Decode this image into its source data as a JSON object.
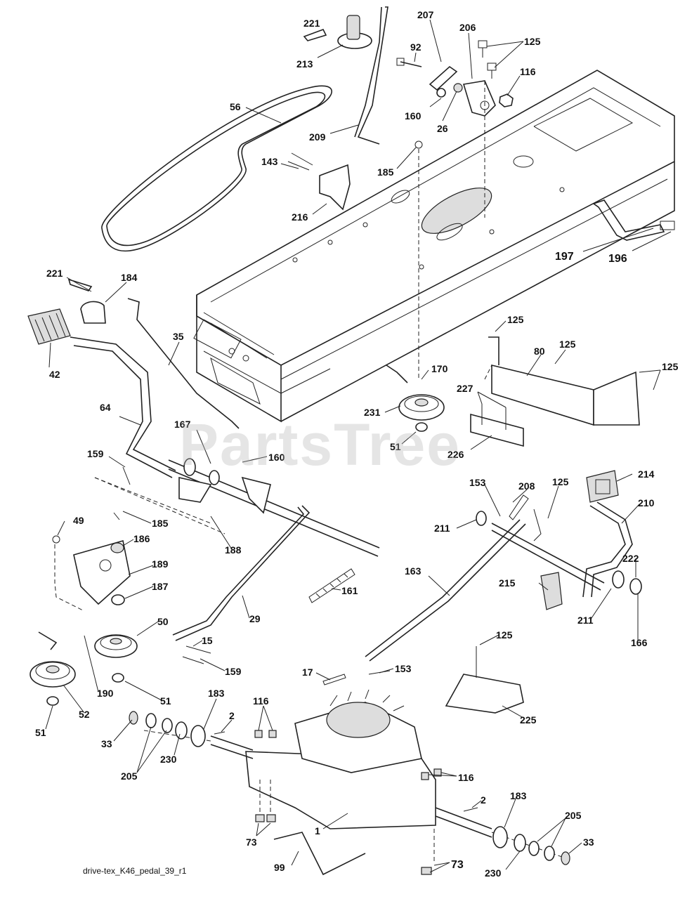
{
  "diagram": {
    "caption": "drive-tex_K46_pedal_39_r1",
    "watermark": "PartsTree",
    "callouts": [
      {
        "id": "c221a",
        "label": "221"
      },
      {
        "id": "c213",
        "label": "213"
      },
      {
        "id": "c207",
        "label": "207"
      },
      {
        "id": "c206",
        "label": "206"
      },
      {
        "id": "c92",
        "label": "92"
      },
      {
        "id": "c125a",
        "label": "125"
      },
      {
        "id": "c116a",
        "label": "116"
      },
      {
        "id": "c160a",
        "label": "160"
      },
      {
        "id": "c26",
        "label": "26"
      },
      {
        "id": "c56",
        "label": "56"
      },
      {
        "id": "c209",
        "label": "209"
      },
      {
        "id": "c143",
        "label": "143"
      },
      {
        "id": "c185a",
        "label": "185"
      },
      {
        "id": "c216",
        "label": "216"
      },
      {
        "id": "c197",
        "label": "197"
      },
      {
        "id": "c196",
        "label": "196"
      },
      {
        "id": "c221b",
        "label": "221"
      },
      {
        "id": "c184",
        "label": "184"
      },
      {
        "id": "c42",
        "label": "42"
      },
      {
        "id": "c35",
        "label": "35"
      },
      {
        "id": "c125b",
        "label": "125"
      },
      {
        "id": "c125c",
        "label": "125"
      },
      {
        "id": "c80",
        "label": "80"
      },
      {
        "id": "c125d",
        "label": "125"
      },
      {
        "id": "c170",
        "label": "170"
      },
      {
        "id": "c227",
        "label": "227"
      },
      {
        "id": "c231",
        "label": "231"
      },
      {
        "id": "c64",
        "label": "64"
      },
      {
        "id": "c167",
        "label": "167"
      },
      {
        "id": "c51a",
        "label": "51"
      },
      {
        "id": "c226",
        "label": "226"
      },
      {
        "id": "c159a",
        "label": "159"
      },
      {
        "id": "c160b",
        "label": "160"
      },
      {
        "id": "c214",
        "label": "214"
      },
      {
        "id": "c153a",
        "label": "153"
      },
      {
        "id": "c208",
        "label": "208"
      },
      {
        "id": "c125e",
        "label": "125"
      },
      {
        "id": "c49",
        "label": "49"
      },
      {
        "id": "c185b",
        "label": "185"
      },
      {
        "id": "c211a",
        "label": "211"
      },
      {
        "id": "c210",
        "label": "210"
      },
      {
        "id": "c186",
        "label": "186"
      },
      {
        "id": "c188",
        "label": "188"
      },
      {
        "id": "c189",
        "label": "189"
      },
      {
        "id": "c222",
        "label": "222"
      },
      {
        "id": "c187",
        "label": "187"
      },
      {
        "id": "c163",
        "label": "163"
      },
      {
        "id": "c161",
        "label": "161"
      },
      {
        "id": "c215",
        "label": "215"
      },
      {
        "id": "c50",
        "label": "50"
      },
      {
        "id": "c29",
        "label": "29"
      },
      {
        "id": "c211b",
        "label": "211"
      },
      {
        "id": "c166",
        "label": "166"
      },
      {
        "id": "c15",
        "label": "15"
      },
      {
        "id": "c125f",
        "label": "125"
      },
      {
        "id": "c190",
        "label": "190"
      },
      {
        "id": "c159b",
        "label": "159"
      },
      {
        "id": "c17",
        "label": "17"
      },
      {
        "id": "c153b",
        "label": "153"
      },
      {
        "id": "c51b",
        "label": "51"
      },
      {
        "id": "c52",
        "label": "52"
      },
      {
        "id": "c183a",
        "label": "183"
      },
      {
        "id": "c225",
        "label": "225"
      },
      {
        "id": "c51c",
        "label": "51"
      },
      {
        "id": "c116b",
        "label": "116"
      },
      {
        "id": "c2a",
        "label": "2"
      },
      {
        "id": "c33a",
        "label": "33"
      },
      {
        "id": "c230a",
        "label": "230"
      },
      {
        "id": "c205a",
        "label": "205"
      },
      {
        "id": "c116c",
        "label": "116"
      },
      {
        "id": "c2b",
        "label": "2"
      },
      {
        "id": "c183b",
        "label": "183"
      },
      {
        "id": "c1",
        "label": "1"
      },
      {
        "id": "c205b",
        "label": "205"
      },
      {
        "id": "c73a",
        "label": "73"
      },
      {
        "id": "c33b",
        "label": "33"
      },
      {
        "id": "c99",
        "label": "99"
      },
      {
        "id": "c73b",
        "label": "73"
      },
      {
        "id": "c230b",
        "label": "230"
      }
    ]
  }
}
